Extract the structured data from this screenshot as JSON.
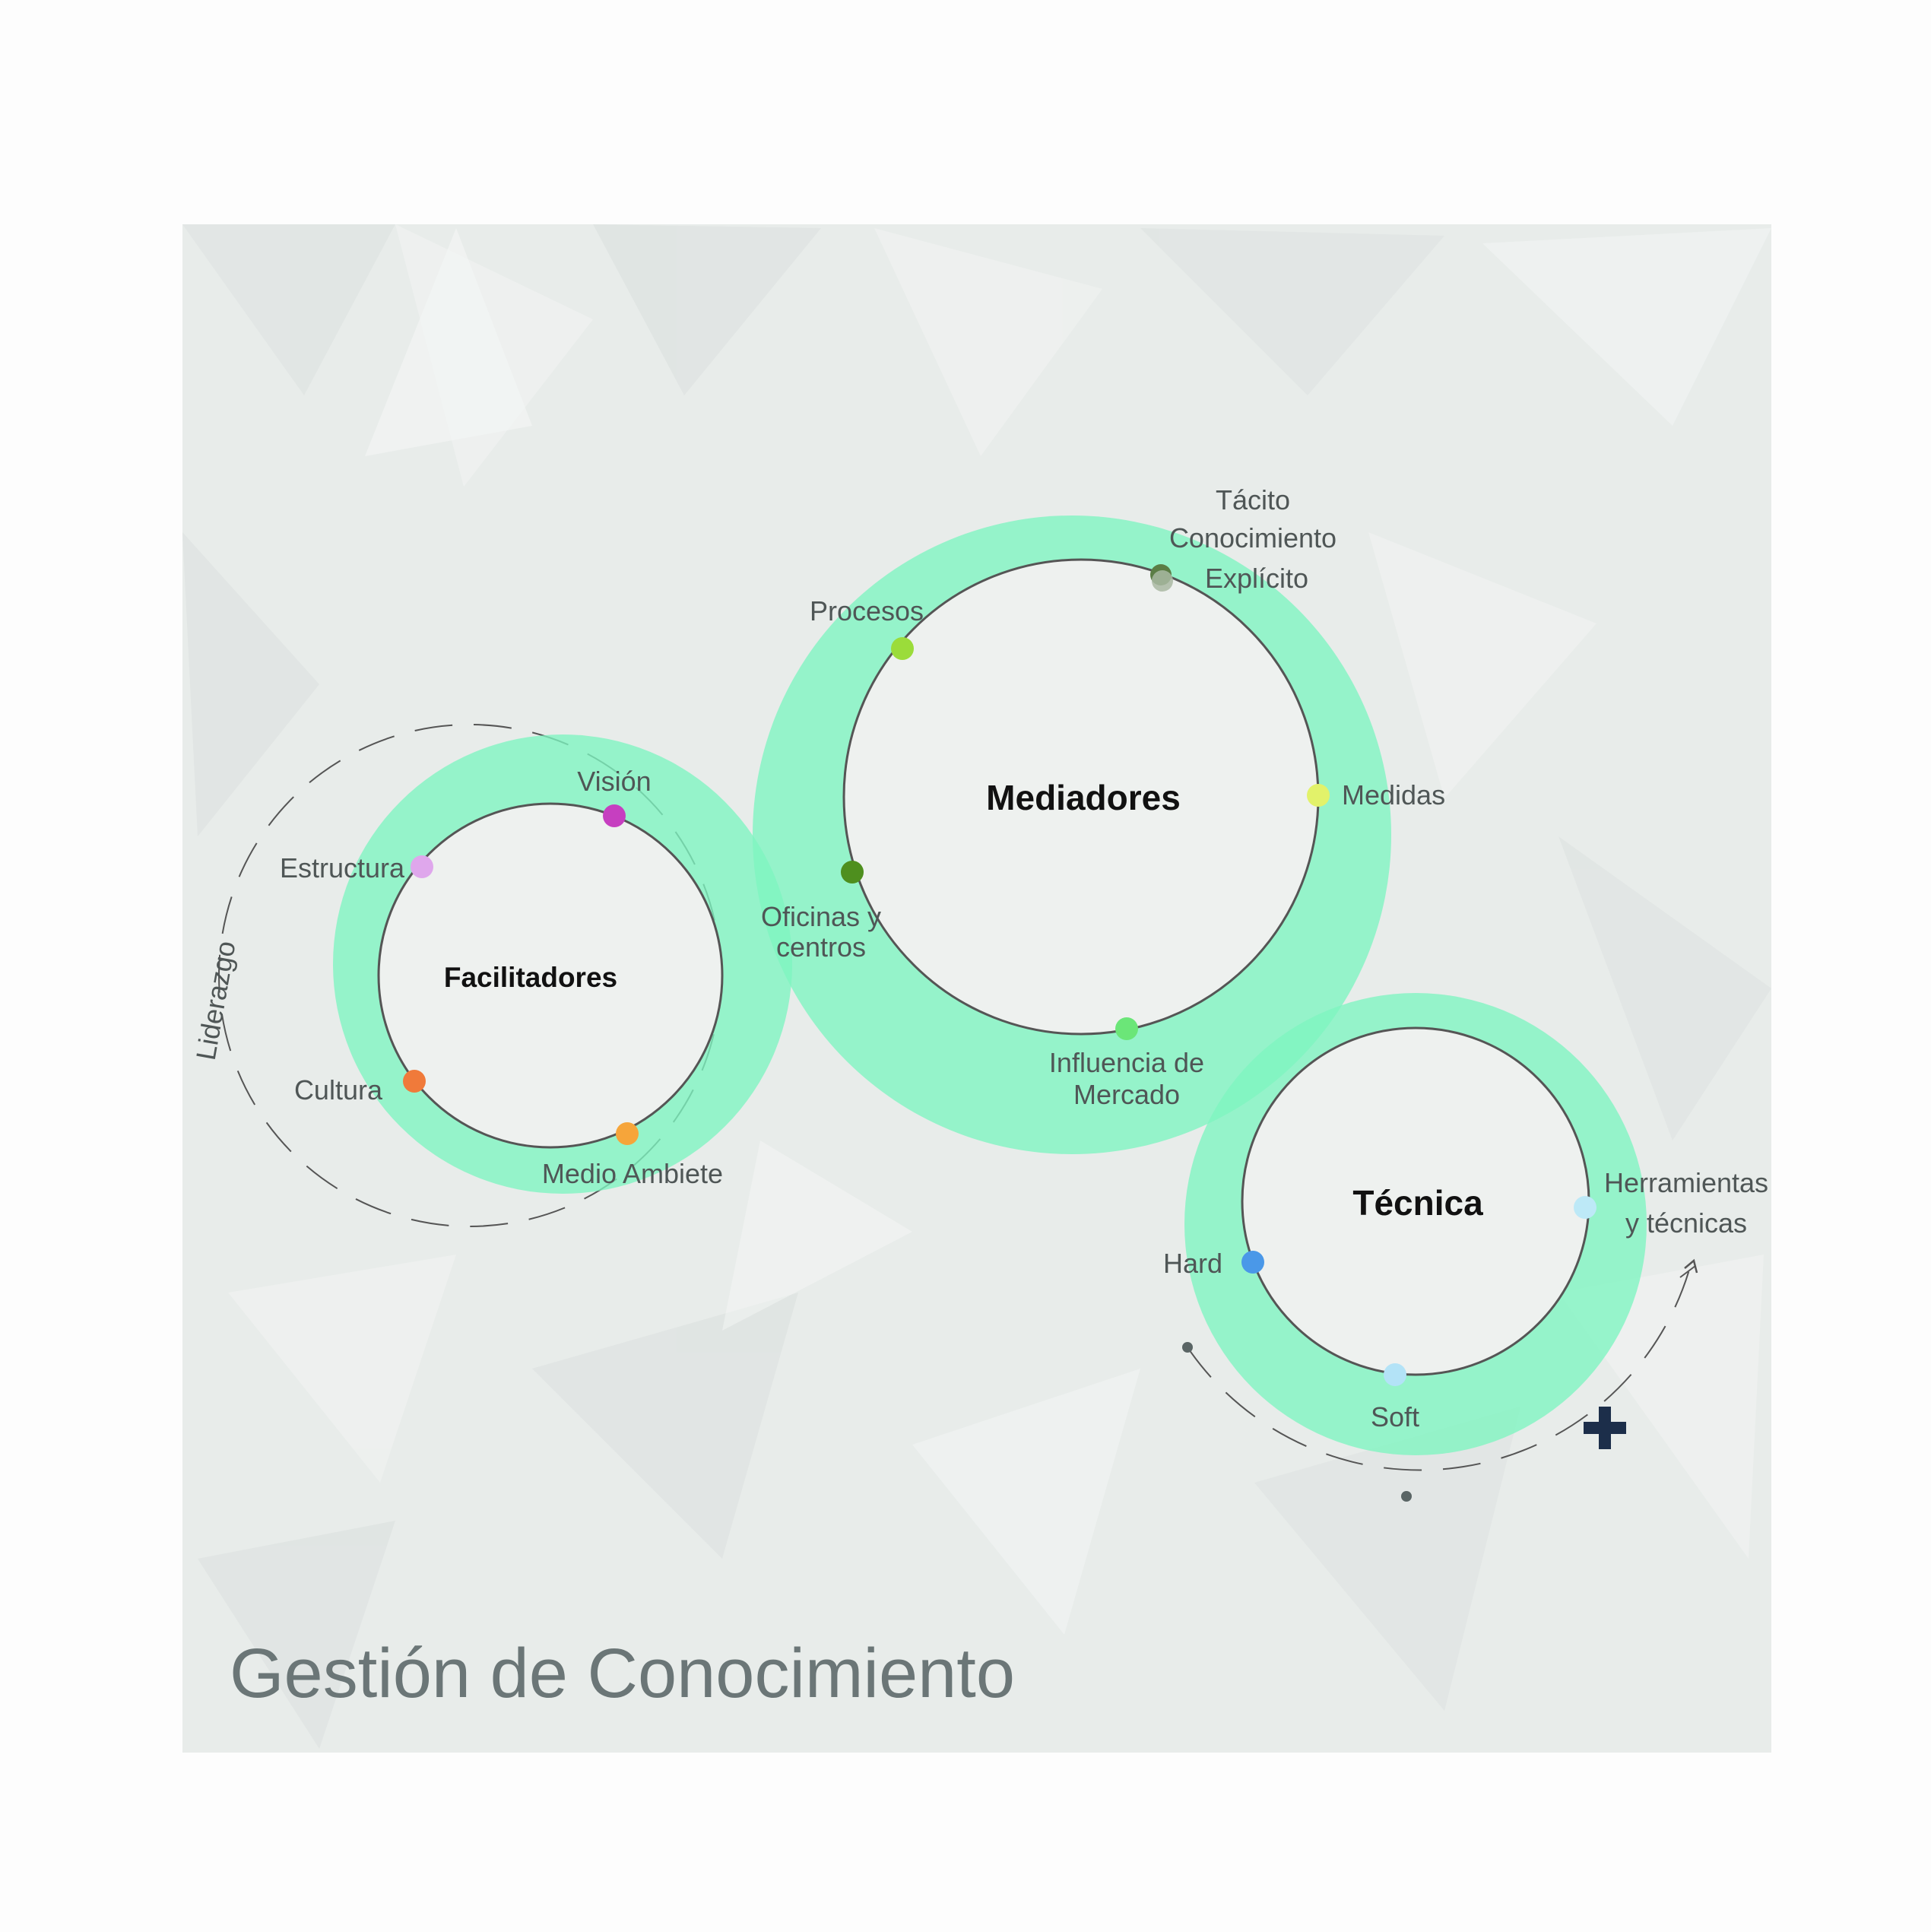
{
  "title": "Gestión de Conocimiento",
  "arc_label": "Liderazgo",
  "colors": {
    "background": "#e8ecea",
    "ring": "#7ef5c0",
    "outline": "#5a5a5a",
    "plus": "#1c2e4a"
  },
  "circles": {
    "facilitadores": {
      "label": "Facilitadores",
      "nodes": {
        "vision": {
          "label": "Visión",
          "color": "#c63fc0"
        },
        "estructura": {
          "label": "Estructura",
          "color": "#dfa7ec"
        },
        "cultura": {
          "label": "Cultura",
          "color": "#f07a3a"
        },
        "medio_ambiente": {
          "label": "Medio Ambiete",
          "color": "#f6a53a"
        }
      }
    },
    "mediadores": {
      "label": "Mediadores",
      "conocimiento_label": "Conocimiento",
      "nodes": {
        "tacito": {
          "label": "Tácito",
          "color": "#5b7d45"
        },
        "explicito": {
          "label": "Explícito",
          "color": "#a9b8a2"
        },
        "procesos": {
          "label": "Procesos",
          "color": "#9bdc3a"
        },
        "medidas": {
          "label": "Medidas",
          "color": "#e2f26a"
        },
        "oficinas_line1": {
          "label": "Oficinas y",
          "color": "#4e8f1e"
        },
        "oficinas_line2": {
          "label": "centros"
        },
        "influencia_line1": {
          "label": "Influencia de",
          "color": "#6be678"
        },
        "influencia_line2": {
          "label": "Mercado"
        }
      }
    },
    "tecnica": {
      "label": "Técnica",
      "nodes": {
        "herramientas_line1": {
          "label": "Herramientas",
          "color": "#bde9f7"
        },
        "herramientas_line2": {
          "label": "y técnicas"
        },
        "hard": {
          "label": "Hard",
          "color": "#4a98e8"
        },
        "soft": {
          "label": "Soft",
          "color": "#b3e3f7"
        }
      }
    }
  },
  "plus_icon": "plus-icon"
}
